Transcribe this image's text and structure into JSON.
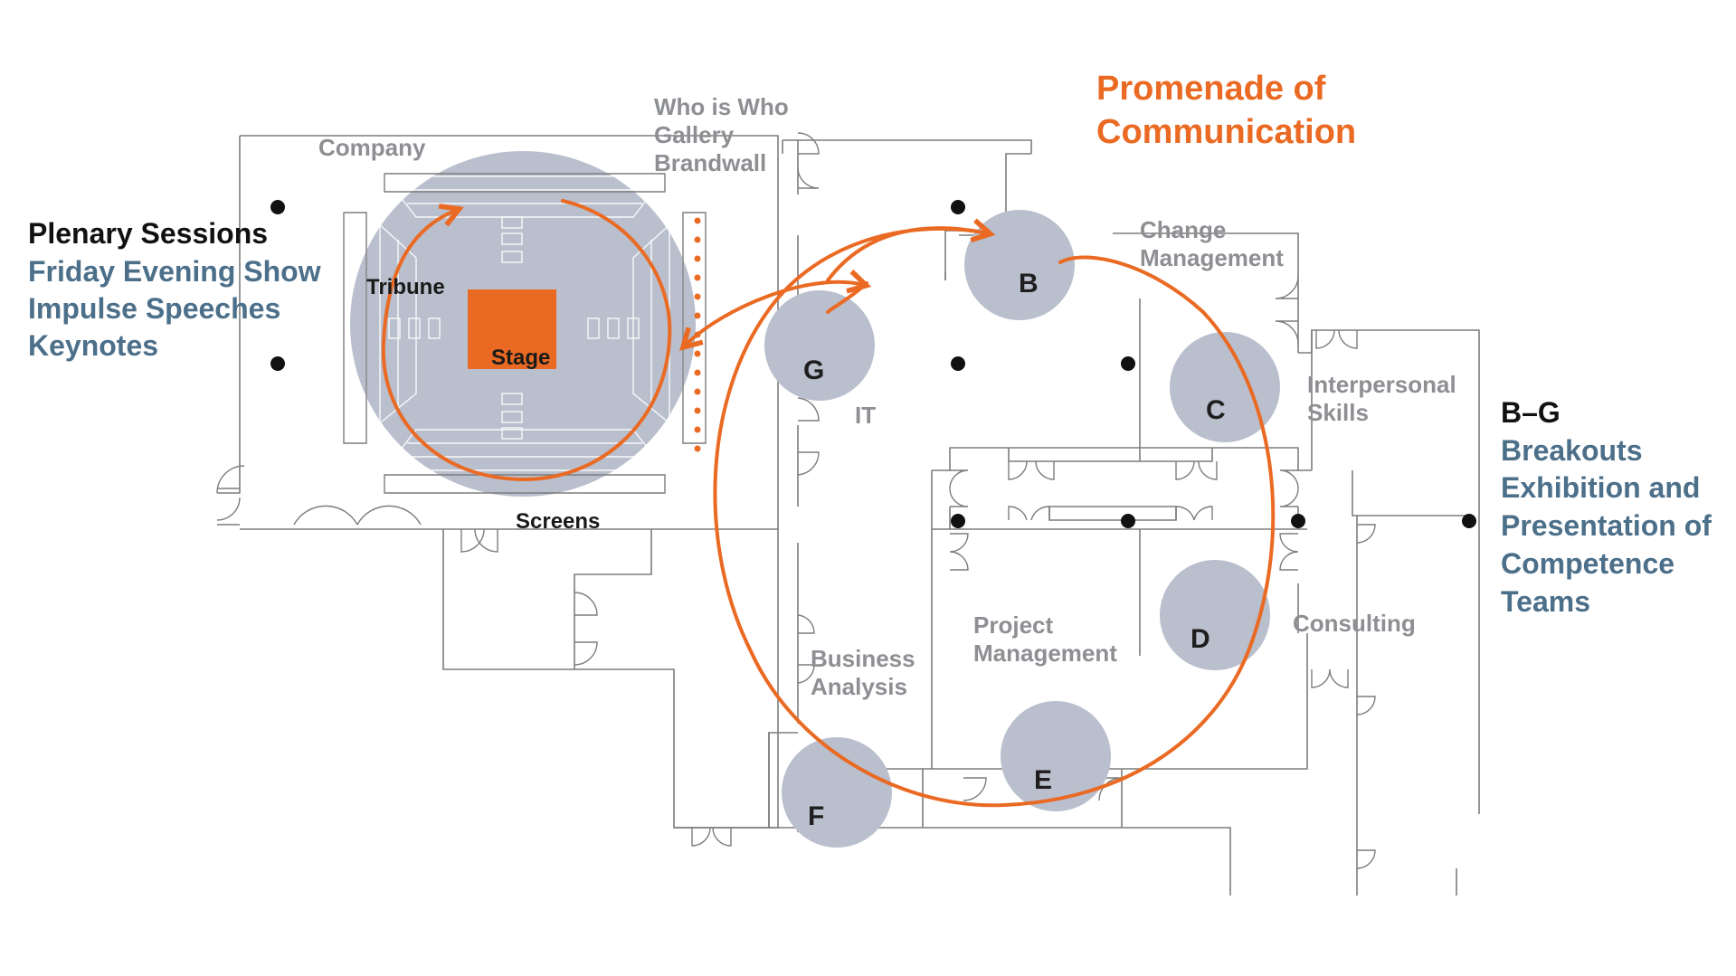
{
  "title": {
    "line1": "Promenade of",
    "line2": "Communication"
  },
  "left_panel": {
    "heading": "Plenary Sessions",
    "items": [
      "Friday Evening Show",
      "Impulse Speeches",
      "Keynotes"
    ]
  },
  "right_panel": {
    "heading": "B–G",
    "items": [
      "Breakouts",
      "Exhibition and",
      "Presentation of",
      "Competence",
      "Teams"
    ]
  },
  "labels": {
    "company": "Company",
    "who_is_who": [
      "Who is Who",
      "Gallery",
      "Brandwall"
    ],
    "tribune": "Tribune",
    "stage": "Stage",
    "screens": "Screens",
    "it": "IT",
    "change_management": [
      "Change",
      "Management"
    ],
    "interpersonal_skills": [
      "Interpersonal",
      "Skills"
    ],
    "consulting": "Consulting",
    "project_management": [
      "Project",
      "Management"
    ],
    "business_analysis": [
      "Business",
      "Analysis"
    ]
  },
  "nodes": {
    "b": "B",
    "c": "C",
    "d": "D",
    "e": "E",
    "f": "F",
    "g": "G"
  },
  "colors": {
    "accent_orange": "#ea6a23",
    "circle_fill": "#b9bfcd",
    "wall_line": "#7d7d7d",
    "side_blue": "#4c6f8a",
    "label_grey": "#8d8f93"
  }
}
